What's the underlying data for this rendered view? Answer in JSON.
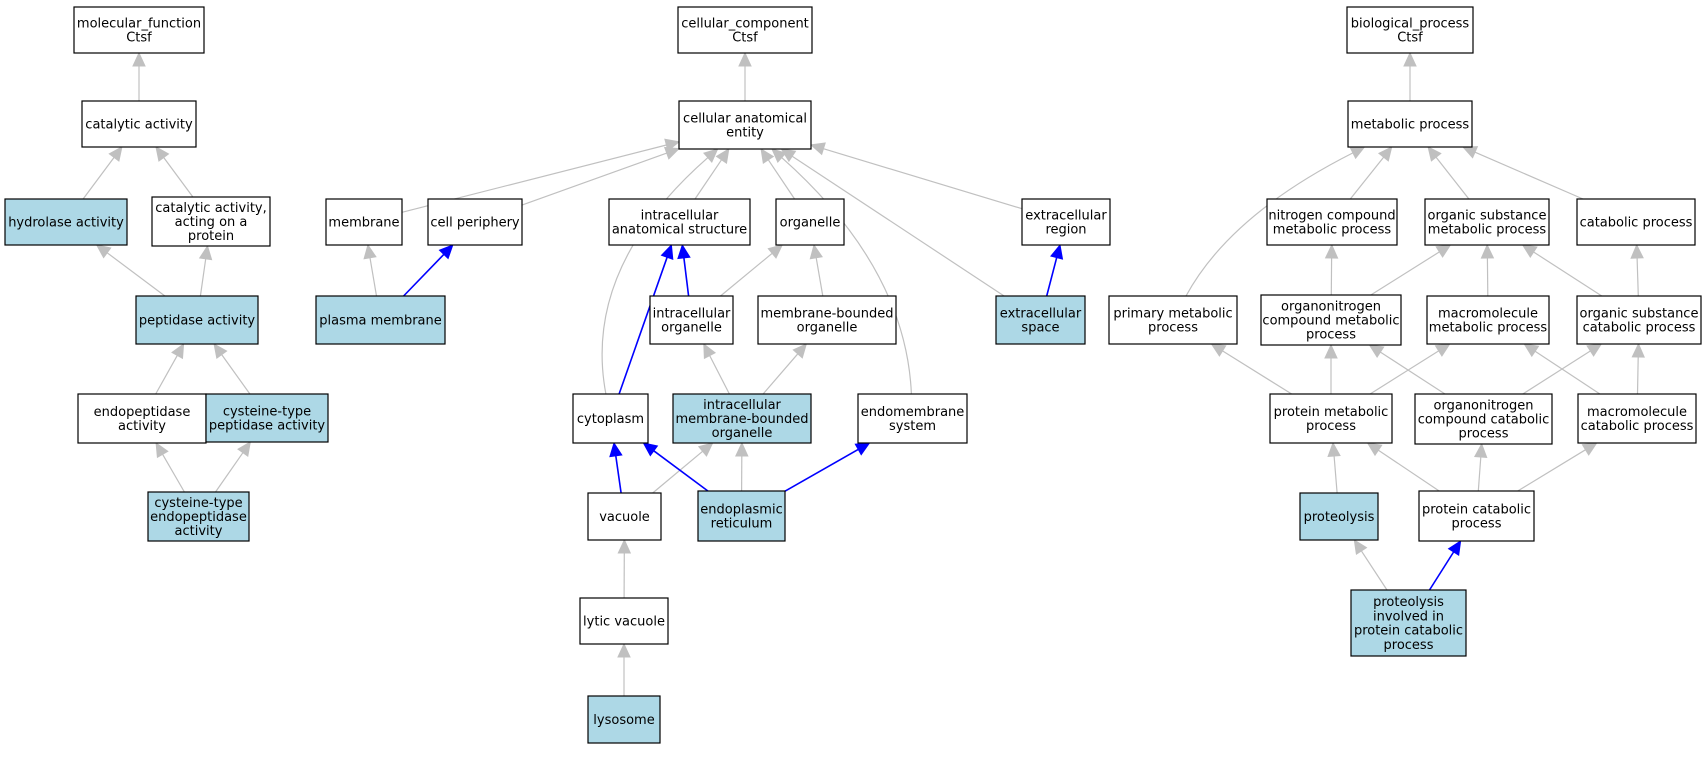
{
  "colors": {
    "background": "#ffffff",
    "node_default": "#ffffff",
    "node_highlight": "#add8e6",
    "node_border": "#000000",
    "edge_default": "#c0c0c0",
    "edge_highlight": "#0000ff"
  },
  "nodes": [
    {
      "id": "mf",
      "lines": [
        "molecular_function",
        "Ctsf"
      ],
      "highlight": false
    },
    {
      "id": "cat",
      "lines": [
        "catalytic activity"
      ],
      "highlight": false
    },
    {
      "id": "hyd",
      "lines": [
        "hydrolase activity"
      ],
      "highlight": true
    },
    {
      "id": "catp",
      "lines": [
        "catalytic activity,",
        "acting on a",
        "protein"
      ],
      "highlight": false
    },
    {
      "id": "pep",
      "lines": [
        "peptidase activity"
      ],
      "highlight": true
    },
    {
      "id": "endo",
      "lines": [
        "endopeptidase",
        "activity"
      ],
      "highlight": false
    },
    {
      "id": "cysp",
      "lines": [
        "cysteine-type",
        "peptidase activity"
      ],
      "highlight": true
    },
    {
      "id": "cyse",
      "lines": [
        "cysteine-type",
        "endopeptidase",
        "activity"
      ],
      "highlight": true
    },
    {
      "id": "cc",
      "lines": [
        "cellular_component",
        "Ctsf"
      ],
      "highlight": false
    },
    {
      "id": "cae",
      "lines": [
        "cellular anatomical",
        "entity"
      ],
      "highlight": false
    },
    {
      "id": "mem",
      "lines": [
        "membrane"
      ],
      "highlight": false
    },
    {
      "id": "cper",
      "lines": [
        "cell periphery"
      ],
      "highlight": false
    },
    {
      "id": "ias",
      "lines": [
        "intracellular",
        "anatomical structure"
      ],
      "highlight": false
    },
    {
      "id": "org",
      "lines": [
        "organelle"
      ],
      "highlight": false
    },
    {
      "id": "exr",
      "lines": [
        "extracellular",
        "region"
      ],
      "highlight": false
    },
    {
      "id": "pm",
      "lines": [
        "plasma membrane"
      ],
      "highlight": true
    },
    {
      "id": "io",
      "lines": [
        "intracellular",
        "organelle"
      ],
      "highlight": false
    },
    {
      "id": "mbo",
      "lines": [
        "membrane-bounded",
        "organelle"
      ],
      "highlight": false
    },
    {
      "id": "exs",
      "lines": [
        "extracellular",
        "space"
      ],
      "highlight": true
    },
    {
      "id": "cyto",
      "lines": [
        "cytoplasm"
      ],
      "highlight": false
    },
    {
      "id": "imbo",
      "lines": [
        "intracellular",
        "membrane-bounded",
        "organelle"
      ],
      "highlight": true
    },
    {
      "id": "ems",
      "lines": [
        "endomembrane",
        "system"
      ],
      "highlight": false
    },
    {
      "id": "vac",
      "lines": [
        "vacuole"
      ],
      "highlight": false
    },
    {
      "id": "er",
      "lines": [
        "endoplasmic",
        "reticulum"
      ],
      "highlight": true
    },
    {
      "id": "lv",
      "lines": [
        "lytic vacuole"
      ],
      "highlight": false
    },
    {
      "id": "lys",
      "lines": [
        "lysosome"
      ],
      "highlight": true
    },
    {
      "id": "bp",
      "lines": [
        "biological_process",
        "Ctsf"
      ],
      "highlight": false
    },
    {
      "id": "mp",
      "lines": [
        "metabolic process"
      ],
      "highlight": false
    },
    {
      "id": "ncmp",
      "lines": [
        "nitrogen compound",
        "metabolic process"
      ],
      "highlight": false
    },
    {
      "id": "osmp",
      "lines": [
        "organic substance",
        "metabolic process"
      ],
      "highlight": false
    },
    {
      "id": "catproc",
      "lines": [
        "catabolic process"
      ],
      "highlight": false
    },
    {
      "id": "pmp",
      "lines": [
        "primary metabolic",
        "process"
      ],
      "highlight": false
    },
    {
      "id": "oncmp",
      "lines": [
        "organonitrogen",
        "compound metabolic",
        "process"
      ],
      "highlight": false
    },
    {
      "id": "mmp",
      "lines": [
        "macromolecule",
        "metabolic process"
      ],
      "highlight": false
    },
    {
      "id": "oscp",
      "lines": [
        "organic substance",
        "catabolic process"
      ],
      "highlight": false
    },
    {
      "id": "prmp",
      "lines": [
        "protein metabolic",
        "process"
      ],
      "highlight": false
    },
    {
      "id": "onccp",
      "lines": [
        "organonitrogen",
        "compound catabolic",
        "process"
      ],
      "highlight": false
    },
    {
      "id": "mcp",
      "lines": [
        "macromolecule",
        "catabolic process"
      ],
      "highlight": false
    },
    {
      "id": "prot",
      "lines": [
        "proteolysis"
      ],
      "highlight": true
    },
    {
      "id": "pcp",
      "lines": [
        "protein catabolic",
        "process"
      ],
      "highlight": false
    },
    {
      "id": "pipcp",
      "lines": [
        "proteolysis",
        "involved in",
        "protein catabolic",
        "process"
      ],
      "highlight": true
    }
  ],
  "edges": [
    {
      "from": "cat",
      "to": "mf",
      "highlight": false
    },
    {
      "from": "hyd",
      "to": "cat",
      "highlight": false
    },
    {
      "from": "catp",
      "to": "cat",
      "highlight": false
    },
    {
      "from": "pep",
      "to": "hyd",
      "highlight": false
    },
    {
      "from": "pep",
      "to": "catp",
      "highlight": false
    },
    {
      "from": "endo",
      "to": "pep",
      "highlight": false
    },
    {
      "from": "cysp",
      "to": "pep",
      "highlight": false
    },
    {
      "from": "cyse",
      "to": "endo",
      "highlight": false
    },
    {
      "from": "cyse",
      "to": "cysp",
      "highlight": false
    },
    {
      "from": "cae",
      "to": "cc",
      "highlight": false
    },
    {
      "from": "mem",
      "to": "cae",
      "highlight": false
    },
    {
      "from": "cper",
      "to": "cae",
      "highlight": false
    },
    {
      "from": "ias",
      "to": "cae",
      "highlight": false
    },
    {
      "from": "org",
      "to": "cae",
      "highlight": false
    },
    {
      "from": "exr",
      "to": "cae",
      "highlight": false
    },
    {
      "from": "exs",
      "to": "cae",
      "highlight": false
    },
    {
      "from": "cyto",
      "to": "cae",
      "highlight": false
    },
    {
      "from": "ems",
      "to": "cae",
      "highlight": false
    },
    {
      "from": "pm",
      "to": "mem",
      "highlight": false
    },
    {
      "from": "pm",
      "to": "cper",
      "highlight": true
    },
    {
      "from": "io",
      "to": "ias",
      "highlight": true
    },
    {
      "from": "io",
      "to": "org",
      "highlight": false
    },
    {
      "from": "mbo",
      "to": "org",
      "highlight": false
    },
    {
      "from": "exs",
      "to": "exr",
      "highlight": true
    },
    {
      "from": "cyto",
      "to": "ias",
      "highlight": true
    },
    {
      "from": "imbo",
      "to": "io",
      "highlight": false
    },
    {
      "from": "imbo",
      "to": "mbo",
      "highlight": false
    },
    {
      "from": "vac",
      "to": "cyto",
      "highlight": true
    },
    {
      "from": "vac",
      "to": "imbo",
      "highlight": false
    },
    {
      "from": "er",
      "to": "cyto",
      "highlight": true
    },
    {
      "from": "er",
      "to": "imbo",
      "highlight": false
    },
    {
      "from": "er",
      "to": "ems",
      "highlight": true
    },
    {
      "from": "lv",
      "to": "vac",
      "highlight": false
    },
    {
      "from": "lys",
      "to": "lv",
      "highlight": false
    },
    {
      "from": "mp",
      "to": "bp",
      "highlight": false
    },
    {
      "from": "ncmp",
      "to": "mp",
      "highlight": false
    },
    {
      "from": "osmp",
      "to": "mp",
      "highlight": false
    },
    {
      "from": "catproc",
      "to": "mp",
      "highlight": false
    },
    {
      "from": "pmp",
      "to": "mp",
      "highlight": false
    },
    {
      "from": "oncmp",
      "to": "ncmp",
      "highlight": false
    },
    {
      "from": "oncmp",
      "to": "osmp",
      "highlight": false
    },
    {
      "from": "mmp",
      "to": "osmp",
      "highlight": false
    },
    {
      "from": "oscp",
      "to": "osmp",
      "highlight": false
    },
    {
      "from": "oscp",
      "to": "catproc",
      "highlight": false
    },
    {
      "from": "prmp",
      "to": "pmp",
      "highlight": false
    },
    {
      "from": "prmp",
      "to": "oncmp",
      "highlight": false
    },
    {
      "from": "prmp",
      "to": "mmp",
      "highlight": false
    },
    {
      "from": "onccp",
      "to": "oncmp",
      "highlight": false
    },
    {
      "from": "onccp",
      "to": "oscp",
      "highlight": false
    },
    {
      "from": "mcp",
      "to": "mmp",
      "highlight": false
    },
    {
      "from": "mcp",
      "to": "oscp",
      "highlight": false
    },
    {
      "from": "prot",
      "to": "prmp",
      "highlight": false
    },
    {
      "from": "pcp",
      "to": "prmp",
      "highlight": false
    },
    {
      "from": "pcp",
      "to": "onccp",
      "highlight": false
    },
    {
      "from": "pcp",
      "to": "mcp",
      "highlight": false
    },
    {
      "from": "pipcp",
      "to": "prot",
      "highlight": false
    },
    {
      "from": "pipcp",
      "to": "pcp",
      "highlight": true
    }
  ]
}
